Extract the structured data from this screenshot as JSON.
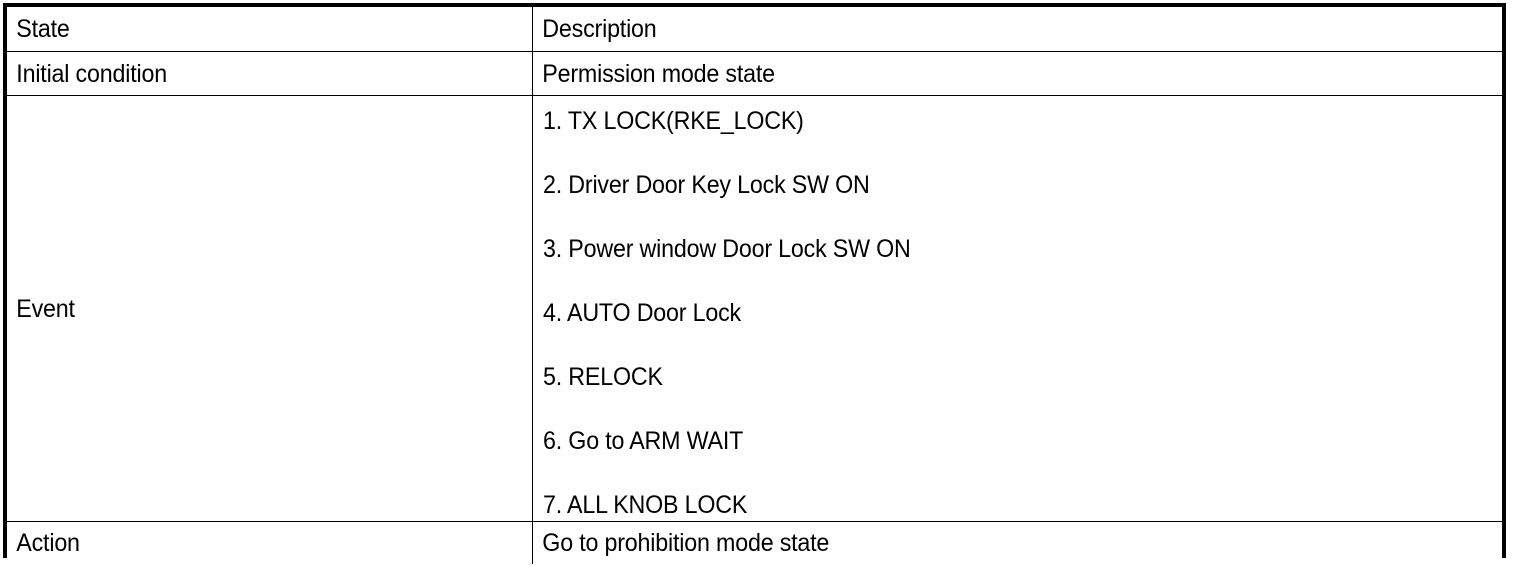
{
  "document": {
    "type": "state-transition-table",
    "columns": [
      "State",
      "Description"
    ],
    "rows": [
      {
        "state": "State",
        "description": "Description",
        "is_header": true
      },
      {
        "state": "Initial condition",
        "description": "Permission mode state",
        "is_header": false
      },
      {
        "state": "Event",
        "description_items": [
          "1. TX LOCK(RKE_LOCK)",
          "2. Driver Door Key Lock SW ON",
          "3. Power window Door Lock SW ON",
          "4. AUTO Door Lock",
          "5. RELOCK",
          "6. Go to ARM WAIT",
          "7. ALL KNOB LOCK"
        ],
        "is_header": false
      },
      {
        "state": "Action",
        "description": "Go to prohibition mode state",
        "is_header": false
      }
    ]
  },
  "colors": {
    "border": "#000000",
    "text": "#000000",
    "background": "#ffffff"
  }
}
